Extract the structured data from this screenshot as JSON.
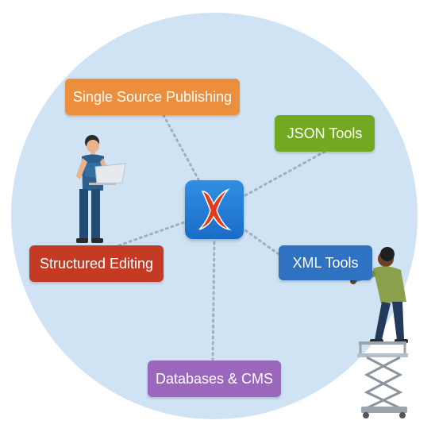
{
  "nodes": {
    "single_source_publishing": "Single Source Publishing",
    "json_tools": "JSON Tools",
    "structured_editing": "Structured Editing",
    "xml_tools": "XML Tools",
    "databases_cms": "Databases & CMS"
  },
  "colors": {
    "background_circle": "#cfe3f4",
    "single_source_publishing": "#ec8f3d",
    "json_tools": "#72a920",
    "structured_editing": "#c53a22",
    "xml_tools": "#2f72c2",
    "databases_cms": "#9a67bd",
    "hub": "#2a83db",
    "hub_logo": "#e5381f",
    "connector": "#9bb0c2"
  },
  "icons": {
    "hub": "oxygen-x-logo-icon",
    "left_figure": "person-with-laptop-icon",
    "right_figure": "person-on-scissor-lift-icon"
  }
}
